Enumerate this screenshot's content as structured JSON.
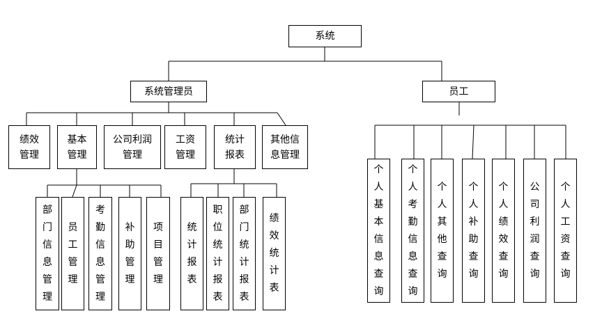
{
  "root": {
    "label": "系统"
  },
  "admin": {
    "label": "系统管理员"
  },
  "staff": {
    "label": "员工"
  },
  "admin_modules": {
    "performance": "绩效\n管理",
    "basic": "基本\n管理",
    "profit": "公司利润\n管理",
    "salary": "工资\n管理",
    "report": "统计\n报表",
    "other": "其他信\n息管理"
  },
  "basic_children": {
    "dept_info": "部\n门\n信\n息\n管\n理",
    "employee": "员\n工\n管\n理",
    "attendance": "考\n勤\n信\n息\n管\n理",
    "allowance": "补\n助\n管\n理",
    "project": "项\n目\n管\n理"
  },
  "report_children": {
    "report": "统\n计\n报\n表",
    "position": "职\n位\n统\n计\n报\n表",
    "dept": "部\n门\n统\n计\n报\n表",
    "performance": "绩\n效\n统\n计\n表"
  },
  "staff_children": {
    "basic": "个\n人\n基\n本\n信\n息\n查\n询",
    "attendance": "个\n人\n考\n勤\n信\n息\n查\n询",
    "other": "个\n人\n其\n他\n查\n询",
    "allowance": "个\n人\n补\n助\n查\n询",
    "performance": "个\n人\n绩\n效\n查\n询",
    "profit": "公\n司\n利\n润\n查\n询",
    "salary": "个\n人\n工\n资\n查\n询"
  }
}
